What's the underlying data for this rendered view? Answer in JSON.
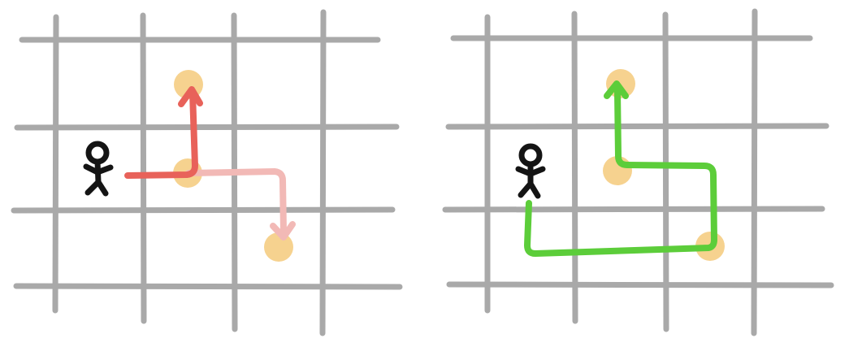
{
  "colors": {
    "grid": "#a9a9a9",
    "figure": "#141414",
    "target": "#f6d28f",
    "path_primary": "#e8625a",
    "path_secondary": "#f2b9b6",
    "path_full": "#5ccd3a",
    "background": "#ffffff"
  },
  "panels": [
    {
      "name": "left-panel",
      "icon": "stick-figure-icon",
      "targets": [
        "up",
        "center",
        "down-right"
      ],
      "paths": [
        {
          "name": "short-path-up",
          "color_key": "path_primary"
        },
        {
          "name": "detour-path-down",
          "color_key": "path_secondary"
        }
      ]
    },
    {
      "name": "right-panel",
      "icon": "stick-figure-icon",
      "targets": [
        "up",
        "center",
        "down-right"
      ],
      "paths": [
        {
          "name": "full-loop-path",
          "color_key": "path_full"
        }
      ]
    }
  ]
}
